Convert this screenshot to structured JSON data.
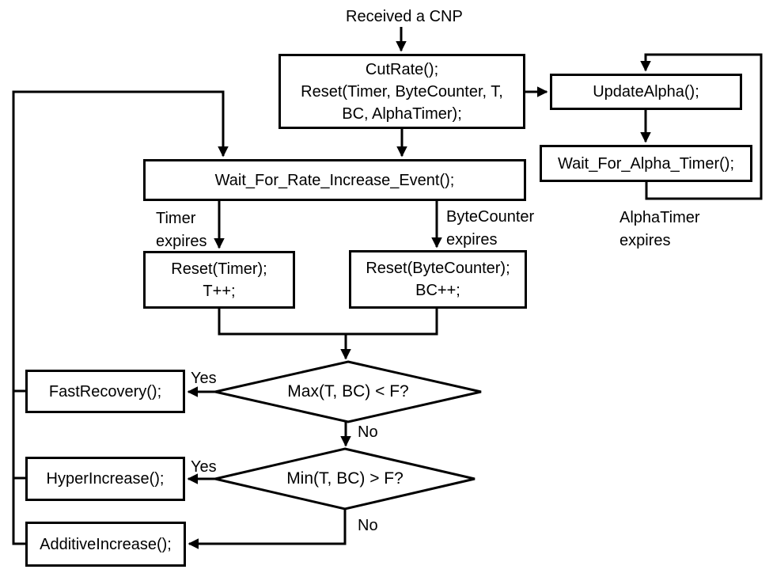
{
  "diagram": {
    "background_color": "#ffffff",
    "line_color": "#000000",
    "start_label": "Received a CNP",
    "nodes": {
      "cut_rate": {
        "lines": [
          "CutRate();",
          "Reset(Timer, ByteCounter, T,",
          "BC, AlphaTimer);"
        ]
      },
      "update_alpha": {
        "label": "UpdateAlpha();"
      },
      "wait_alpha_timer": {
        "label": "Wait_For_Alpha_Timer();"
      },
      "wait_rate_increase": {
        "label": "Wait_For_Rate_Increase_Event();"
      },
      "reset_timer": {
        "lines": [
          "Reset(Timer);",
          "T++;"
        ]
      },
      "reset_byte_counter": {
        "lines": [
          "Reset(ByteCounter);",
          "BC++;"
        ]
      },
      "fast_recovery": {
        "label": "FastRecovery();"
      },
      "hyper_increase": {
        "label": "HyperIncrease();"
      },
      "additive_increase": {
        "label": "AdditiveIncrease();"
      }
    },
    "decisions": {
      "max_check": {
        "label": "Max(T, BC) < F?"
      },
      "min_check": {
        "label": "Min(T, BC) > F?"
      }
    },
    "edge_labels": {
      "timer_expires": {
        "lines": [
          "Timer",
          "expires"
        ]
      },
      "byte_counter_expires": {
        "lines": [
          "ByteCounter",
          "expires"
        ]
      },
      "alpha_timer_expires": {
        "lines": [
          "AlphaTimer",
          "expires"
        ]
      },
      "max_yes": "Yes",
      "max_no": "No",
      "min_yes": "Yes",
      "min_no": "No"
    }
  }
}
